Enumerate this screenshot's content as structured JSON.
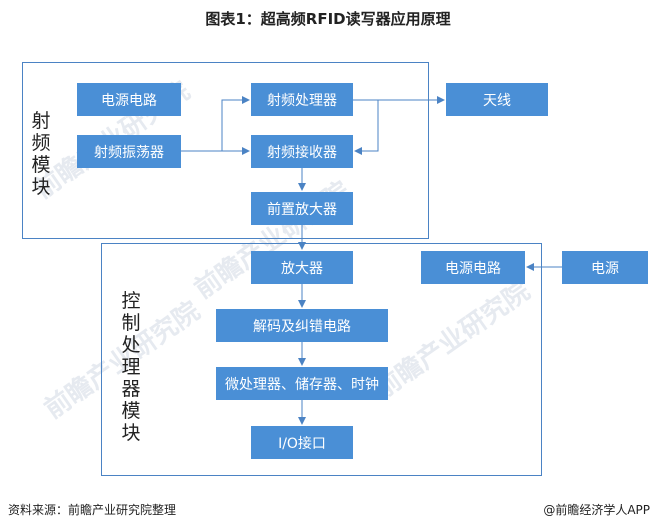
{
  "title": "图表1：超高频RFID读写器应用原理",
  "rf_module": {
    "label": "射频模块",
    "power_circuit": "电源电路",
    "oscillator": "射频振荡器",
    "rf_processor": "射频处理器",
    "rf_receiver": "射频接收器",
    "preamp": "前置放大器",
    "antenna": "天线"
  },
  "control_module": {
    "label": "控制处理器模块",
    "amplifier": "放大器",
    "power_circuit": "电源电路",
    "power_source": "电源",
    "decode": "解码及纠错电路",
    "mcu": "微处理器、储存器、时钟",
    "io": "I/O接口"
  },
  "footer": {
    "source": "资料来源：前瞻产业研究院整理",
    "brand": "@前瞻经济学人APP"
  },
  "colors": {
    "box_fill": "#4a8fd6",
    "frame": "#4b83c4",
    "arrow": "#4b83c4"
  }
}
